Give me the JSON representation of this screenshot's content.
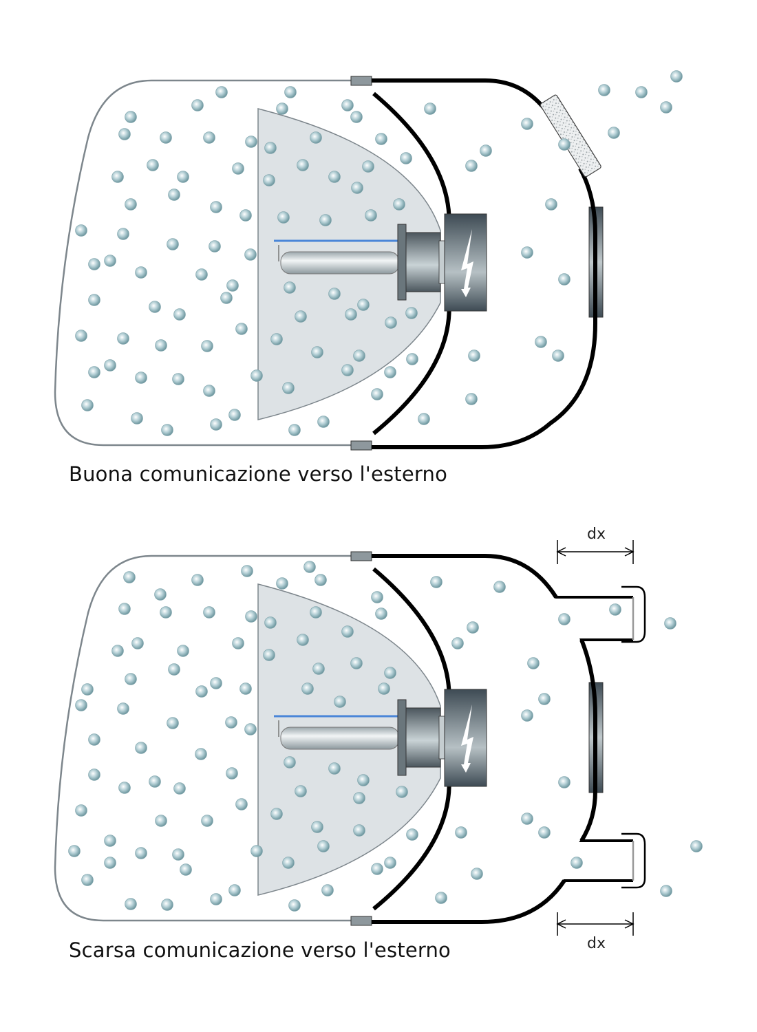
{
  "diagrams": [
    {
      "caption": "Buona comunicazione verso l'esterno",
      "vent_type": "membrane"
    },
    {
      "caption": "Scarsa comunicazione verso l'esterno",
      "vent_type": "tubes",
      "dimension_label_top": "dx",
      "dimension_label_bottom": "dx"
    }
  ],
  "colors": {
    "housing": "#7d868c",
    "reflector": "#dde2e5",
    "particle": "#8fb3bb",
    "lens": "#000000",
    "blue_line": "#4a86d8",
    "ignitor": "#3e4b54"
  }
}
